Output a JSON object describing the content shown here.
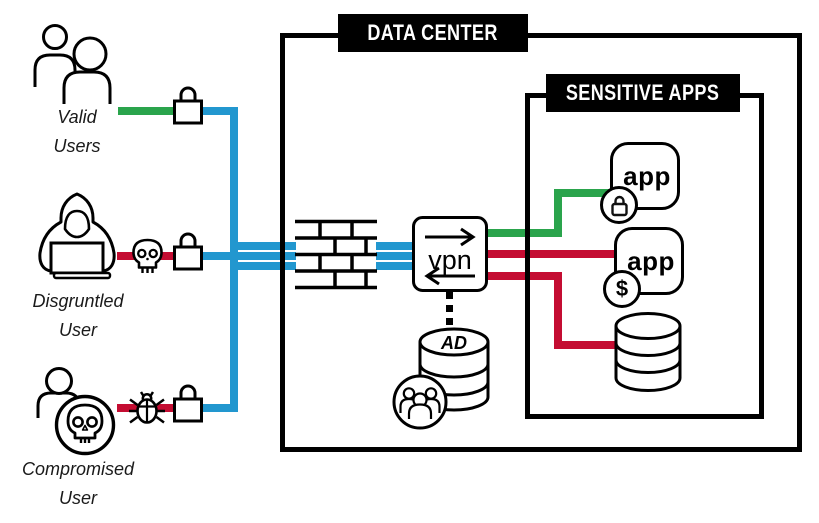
{
  "colors": {
    "green": "#2aa44c",
    "blue": "#2297cf",
    "red": "#c40d32",
    "black": "#000000"
  },
  "actors": [
    {
      "label": "Valid\nUsers",
      "icon": "valid-users-icon",
      "connection_color": "green",
      "secured_by": "lock-icon"
    },
    {
      "label": "Disgruntled\nUser",
      "icon": "disgruntled-user-icon",
      "connection_color": "red",
      "threat_icon": "skull-icon",
      "secured_by": "lock-icon"
    },
    {
      "label": "Compromised\nUser",
      "icon": "compromised-user-icon",
      "connection_color": "red",
      "threat_icon": "bug-icon",
      "secured_by": "lock-icon"
    }
  ],
  "data_center": {
    "title": "DATA CENTER",
    "firewall_icon": "firewall-icon",
    "vpn": {
      "label": "vpn",
      "icon": "vpn-gateway-icon"
    },
    "ad": {
      "label": "AD",
      "icon": "active-directory-icon"
    }
  },
  "sensitive_apps": {
    "title": "SENSITIVE APPS",
    "apps": [
      {
        "label": "app",
        "badge": "lock",
        "connection_color": "green"
      },
      {
        "label": "app",
        "badge": "$",
        "connection_color": "red"
      }
    ],
    "database": {
      "icon": "database-icon",
      "connection_color": "red"
    }
  }
}
